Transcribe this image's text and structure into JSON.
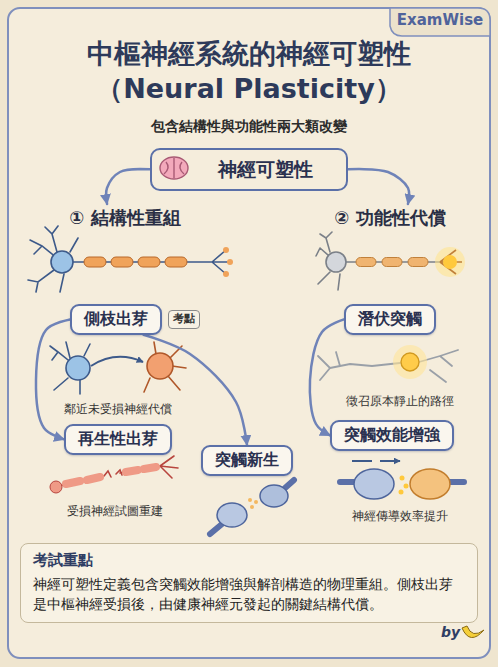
{
  "diagram": {
    "title": "中樞神經系統的神經可塑性 （Neural Plasticity）",
    "nodes": [
      {
        "text": [
          "神經可塑性"
        ]
      },
      {
        "text": [
          "① 結構性重組"
        ]
      },
      {
        "text": [
          "② 功能性代償"
        ]
      },
      {
        "text": [
          "側枝出芽"
        ]
      },
      {
        "text": [
          "考點"
        ]
      },
      {
        "text": [
          "再生性出芽"
        ]
      },
      {
        "text": [
          "突觸新生"
        ]
      },
      {
        "text": [
          "潛伏突觸"
        ]
      },
      {
        "text": [
          "突觸效能增強"
        ]
      },
      {
        "text": [
          "考試重點",
          "神經可塑性定義包含突觸效能增強與解剖構造的物理重組。側枝出芽是中樞神經受損後，由健康神經元發起的關鍵結構代償。"
        ]
      }
    ],
    "edges": [
      {
        "from": 0,
        "to": 1,
        "arrow": "to"
      },
      {
        "from": 0,
        "to": 2,
        "arrow": "to"
      },
      {
        "from": 3,
        "to": 5,
        "arrow": "to"
      },
      {
        "from": 3,
        "to": 6,
        "arrow": "to"
      },
      {
        "from": 7,
        "to": 8,
        "arrow": "to"
      }
    ],
    "labels": [
      "ExamWise",
      "包含結構性與功能性兩大類改變",
      "鄰近未受損神經代償",
      "受損神經試圖重建",
      "徵召原本靜止的路徑",
      "神經傳導效率提升",
      "by"
    ]
  }
}
